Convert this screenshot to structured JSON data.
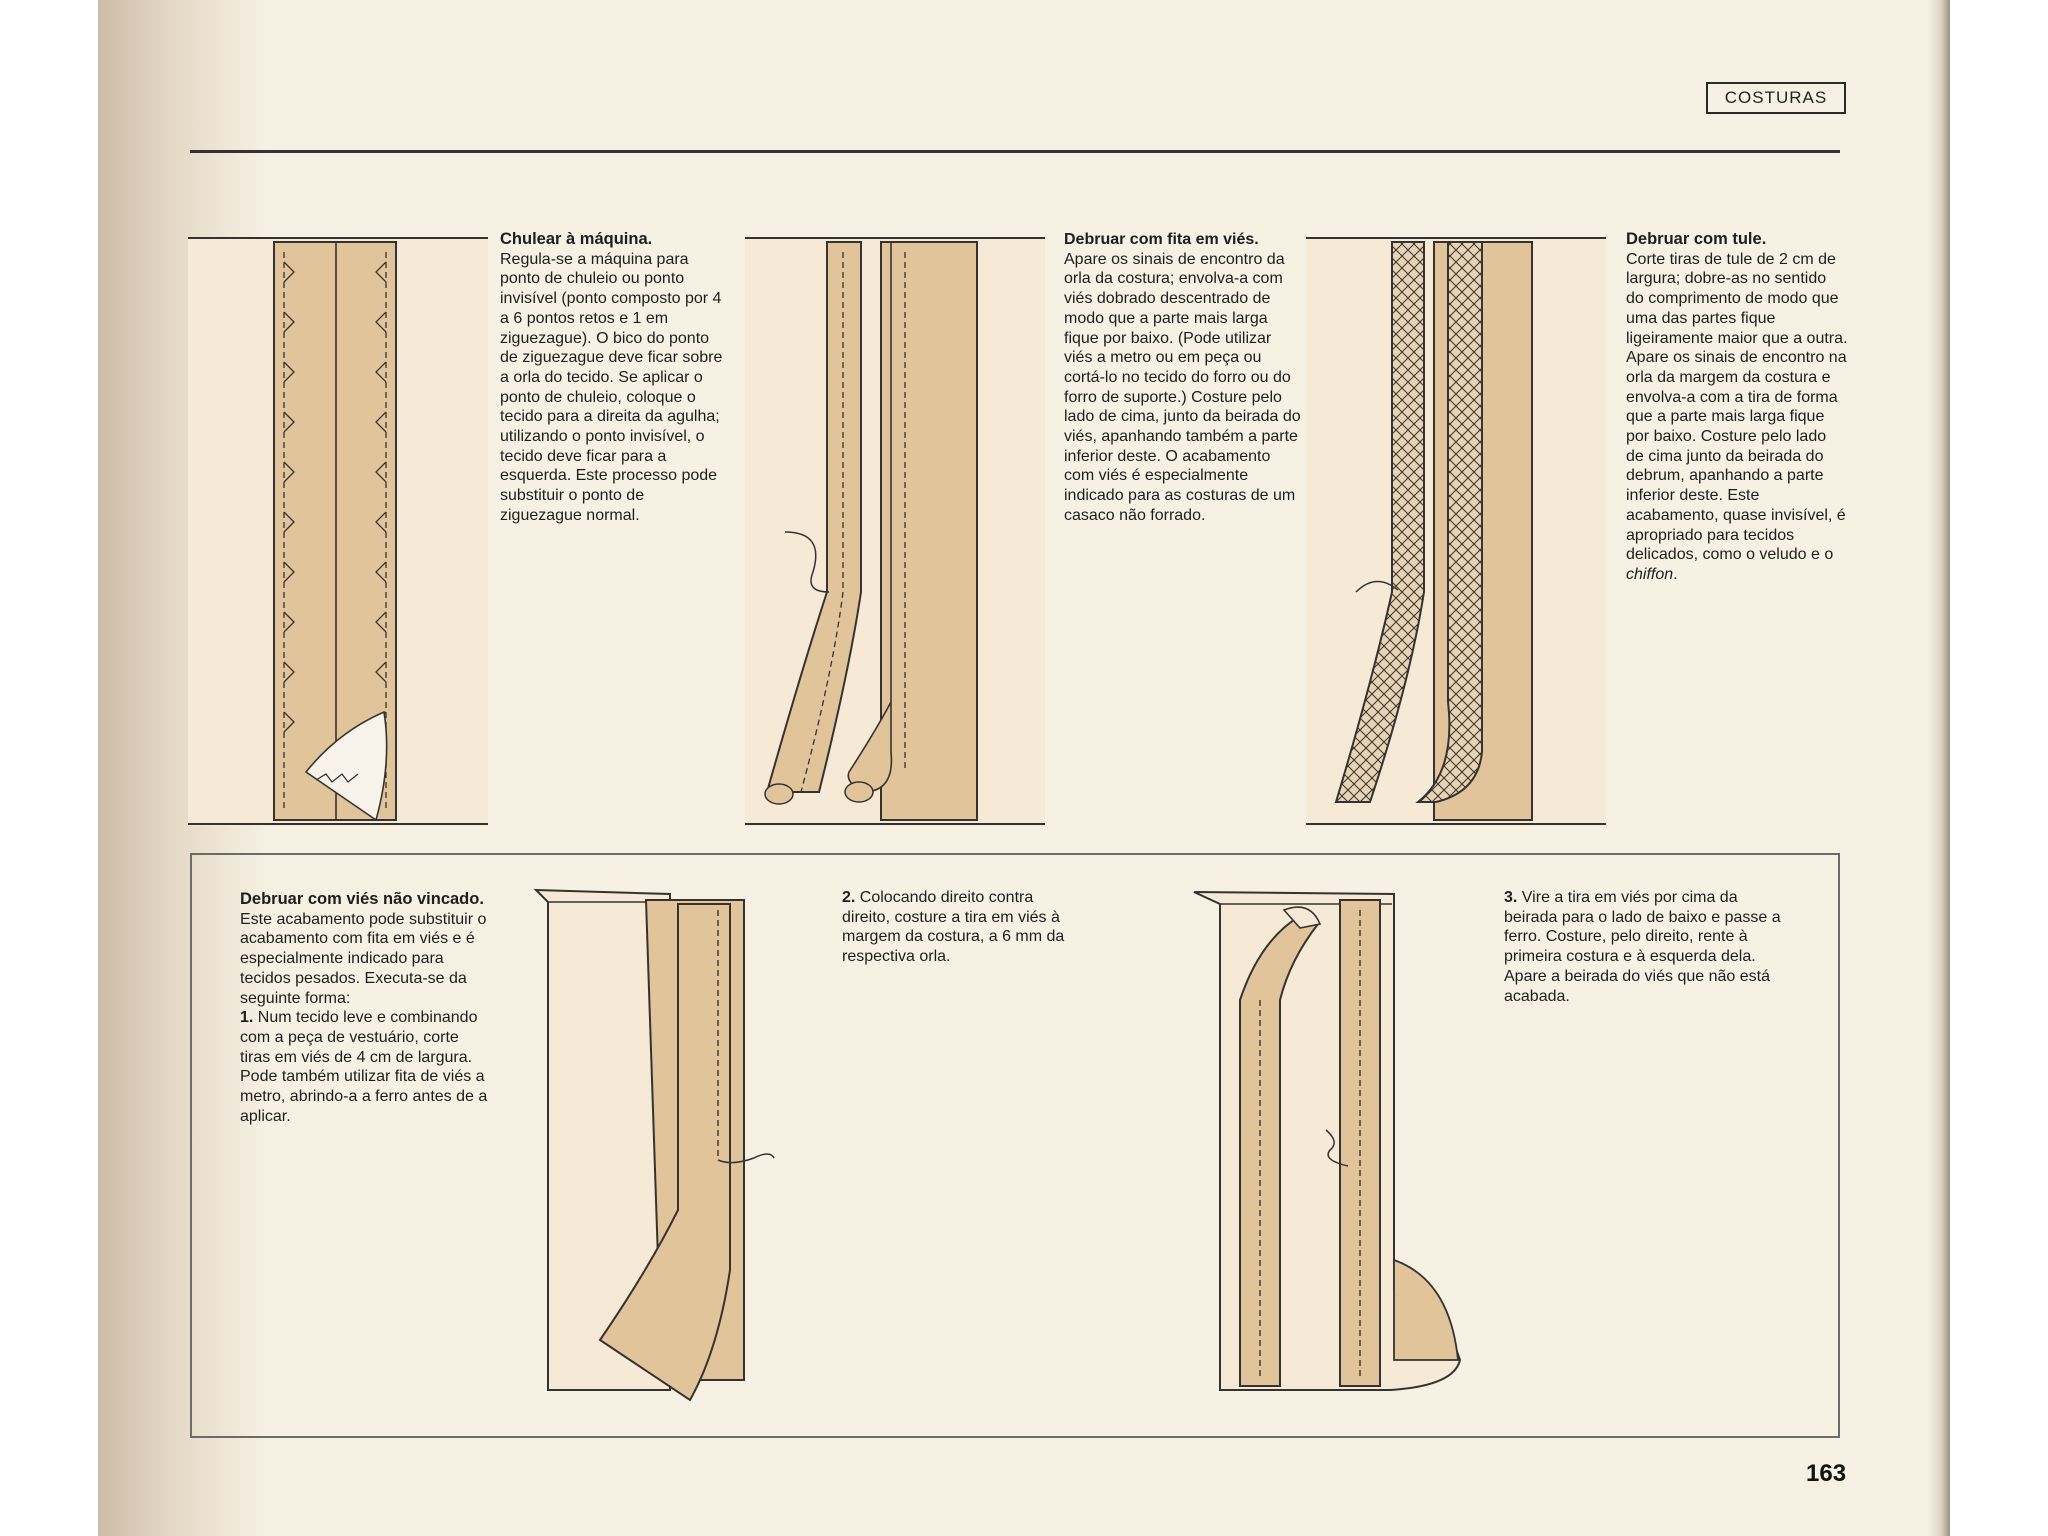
{
  "header": {
    "section_label": "COSTURAS"
  },
  "sections": [
    {
      "title": "Chulear à máquina.",
      "body": "Regula-se a máquina para ponto de chuleio ou ponto invisível (ponto composto por 4 a 6 pontos retos e 1 em ziguezague). O bico do ponto de ziguezague deve ficar sobre a orla do tecido. Se aplicar o ponto de chuleio, coloque o tecido para a direita da agulha; utilizando o ponto invisível, o tecido deve ficar para a esquerda. Este processo pode substituir o ponto de ziguezague normal."
    },
    {
      "title": "Debruar com fita em viés.",
      "body": "Apare os sinais de encontro da orla da costura; envolva-a com viés dobrado descentrado de modo que a parte mais larga fique por baixo. (Pode utilizar viés a metro ou em peça ou cortá-lo no tecido do forro ou do forro de suporte.) Costure pelo lado de cima, junto da beirada do viés, apanhando também a parte inferior deste. O acabamento com viés é especialmente indicado para as costuras de um casaco não forrado."
    },
    {
      "title": "Debruar com tule.",
      "body_before": "Corte tiras de tule de 2 cm de largura; dobre-as no sentido do comprimento de modo que uma das partes fique ligeiramente maior que a outra. Apare os sinais de encontro na orla da margem da costura e envolva-a com a tira de forma que a parte mais larga fique por baixo. Costure pelo lado de cima junto da beirada do debrum, apanhando a parte inferior deste. Este acabamento, quase invisível, é apropriado para tecidos delicados, como o veludo e o",
      "body_italic": "chiffon",
      "body_after": "."
    }
  ],
  "panel": {
    "title": "Debruar com viés não vincado.",
    "body": "Este acabamento pode substituir o acabamento com fita em viés e é especialmente indicado para tecidos pesados. Executa-se da seguinte forma:",
    "step1_num": "1.",
    "step1": "Num tecido leve e combinando com a peça de vestuário, corte tiras em viés de 4 cm de largura. Pode também utilizar fita de viés a metro, abrindo-a a ferro antes de a aplicar.",
    "step2_num": "2.",
    "step2": "Colocando direito contra direito, costure a tira em viés à margem da costura, a 6 mm da respectiva orla.",
    "step3_num": "3.",
    "step3": "Vire a tira em viés por cima da beirada para o lado de baixo e passe a ferro. Costure, pelo direito, rente à primeira costura e à esquerda dela. Apare a beirada do viés que não está acabada."
  },
  "footer": {
    "page_number": "163"
  },
  "colors": {
    "paper": "#f7f1e4",
    "fabric": "#e2c49a",
    "fabric_light": "#f6ead6",
    "ink": "#1e1e1e"
  }
}
